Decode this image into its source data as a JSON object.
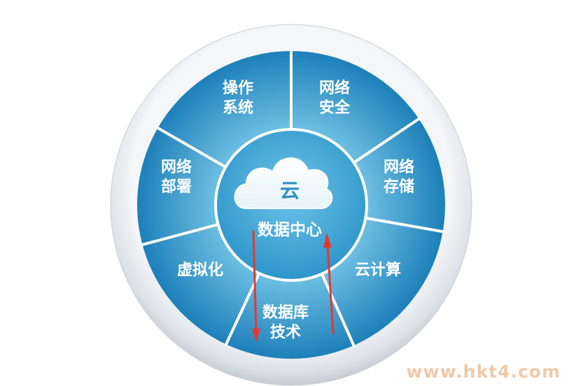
{
  "center": {
    "cloud_text": "云",
    "title": "数据中心"
  },
  "segments": [
    {
      "id": "os",
      "lines": [
        "操作",
        "系统"
      ]
    },
    {
      "id": "net-security",
      "lines": [
        "网络",
        "安全"
      ]
    },
    {
      "id": "net-storage",
      "lines": [
        "网络",
        "存储"
      ]
    },
    {
      "id": "cloud-computing",
      "lines": [
        "云计算"
      ]
    },
    {
      "id": "database",
      "lines": [
        "数据库",
        "技术"
      ]
    },
    {
      "id": "virtualization",
      "lines": [
        "虚拟化"
      ]
    },
    {
      "id": "net-deploy",
      "lines": [
        "网络",
        "部署"
      ]
    }
  ],
  "watermark": "www.hkt4.com",
  "colors": {
    "outer_ring": "#dfe4e9",
    "segment_inner": "#6fc0e6",
    "segment_outer": "#1f84bc",
    "divider": "#ffffff",
    "arrow": "#e23a30"
  }
}
